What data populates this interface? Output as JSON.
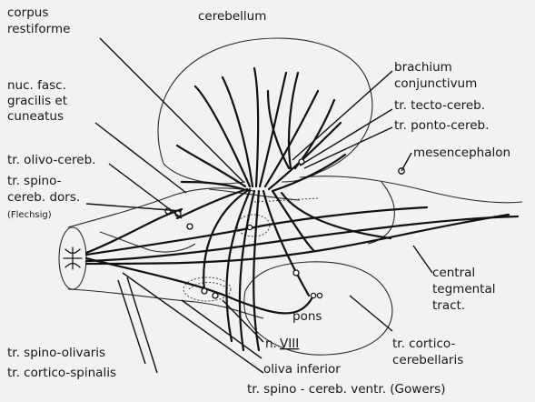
{
  "labels": {
    "cerebellum": "cerebellum",
    "corpus_restiforme_1": "corpus",
    "corpus_restiforme_2": "restiforme",
    "nuc_fasc_1": "nuc. fasc.",
    "nuc_fasc_2": "gracilis et",
    "nuc_fasc_3": "cuneatus",
    "tr_olivo_cereb": "tr. olivo-cereb.",
    "tr_spino_cereb_dors_1": "tr. spino-",
    "tr_spino_cereb_dors_2": "cereb. dors.",
    "tr_spino_cereb_dors_3": "(Flechsig)",
    "brachium_1": "brachium",
    "brachium_2": "conjunctivum",
    "tr_tecto_cereb": "tr. tecto-cereb.",
    "tr_ponto_cereb": "tr. ponto-cereb.",
    "mesencephalon": "mesencephalon",
    "central_tegmental_1": "central",
    "central_tegmental_2": "tegmental",
    "central_tegmental_3": "tract.",
    "pons": "pons",
    "n_viii_prefix": "n.",
    "n_viii_numeral": "VIII",
    "tr_cortico_cerebellaris_1": "tr. cortico-",
    "tr_cortico_cerebellaris_2": "cerebellaris",
    "oliva_inferior": "oliva inferior",
    "tr_spino_cereb_ventr": "tr. spino - cereb. ventr.  (Gowers)",
    "tr_spino_olivaris": "tr. spino-olivaris",
    "tr_cortico_spinalis": "tr. cortico-spinalis"
  },
  "colors": {
    "background": "#f3f2f0",
    "ink": "#111111"
  }
}
